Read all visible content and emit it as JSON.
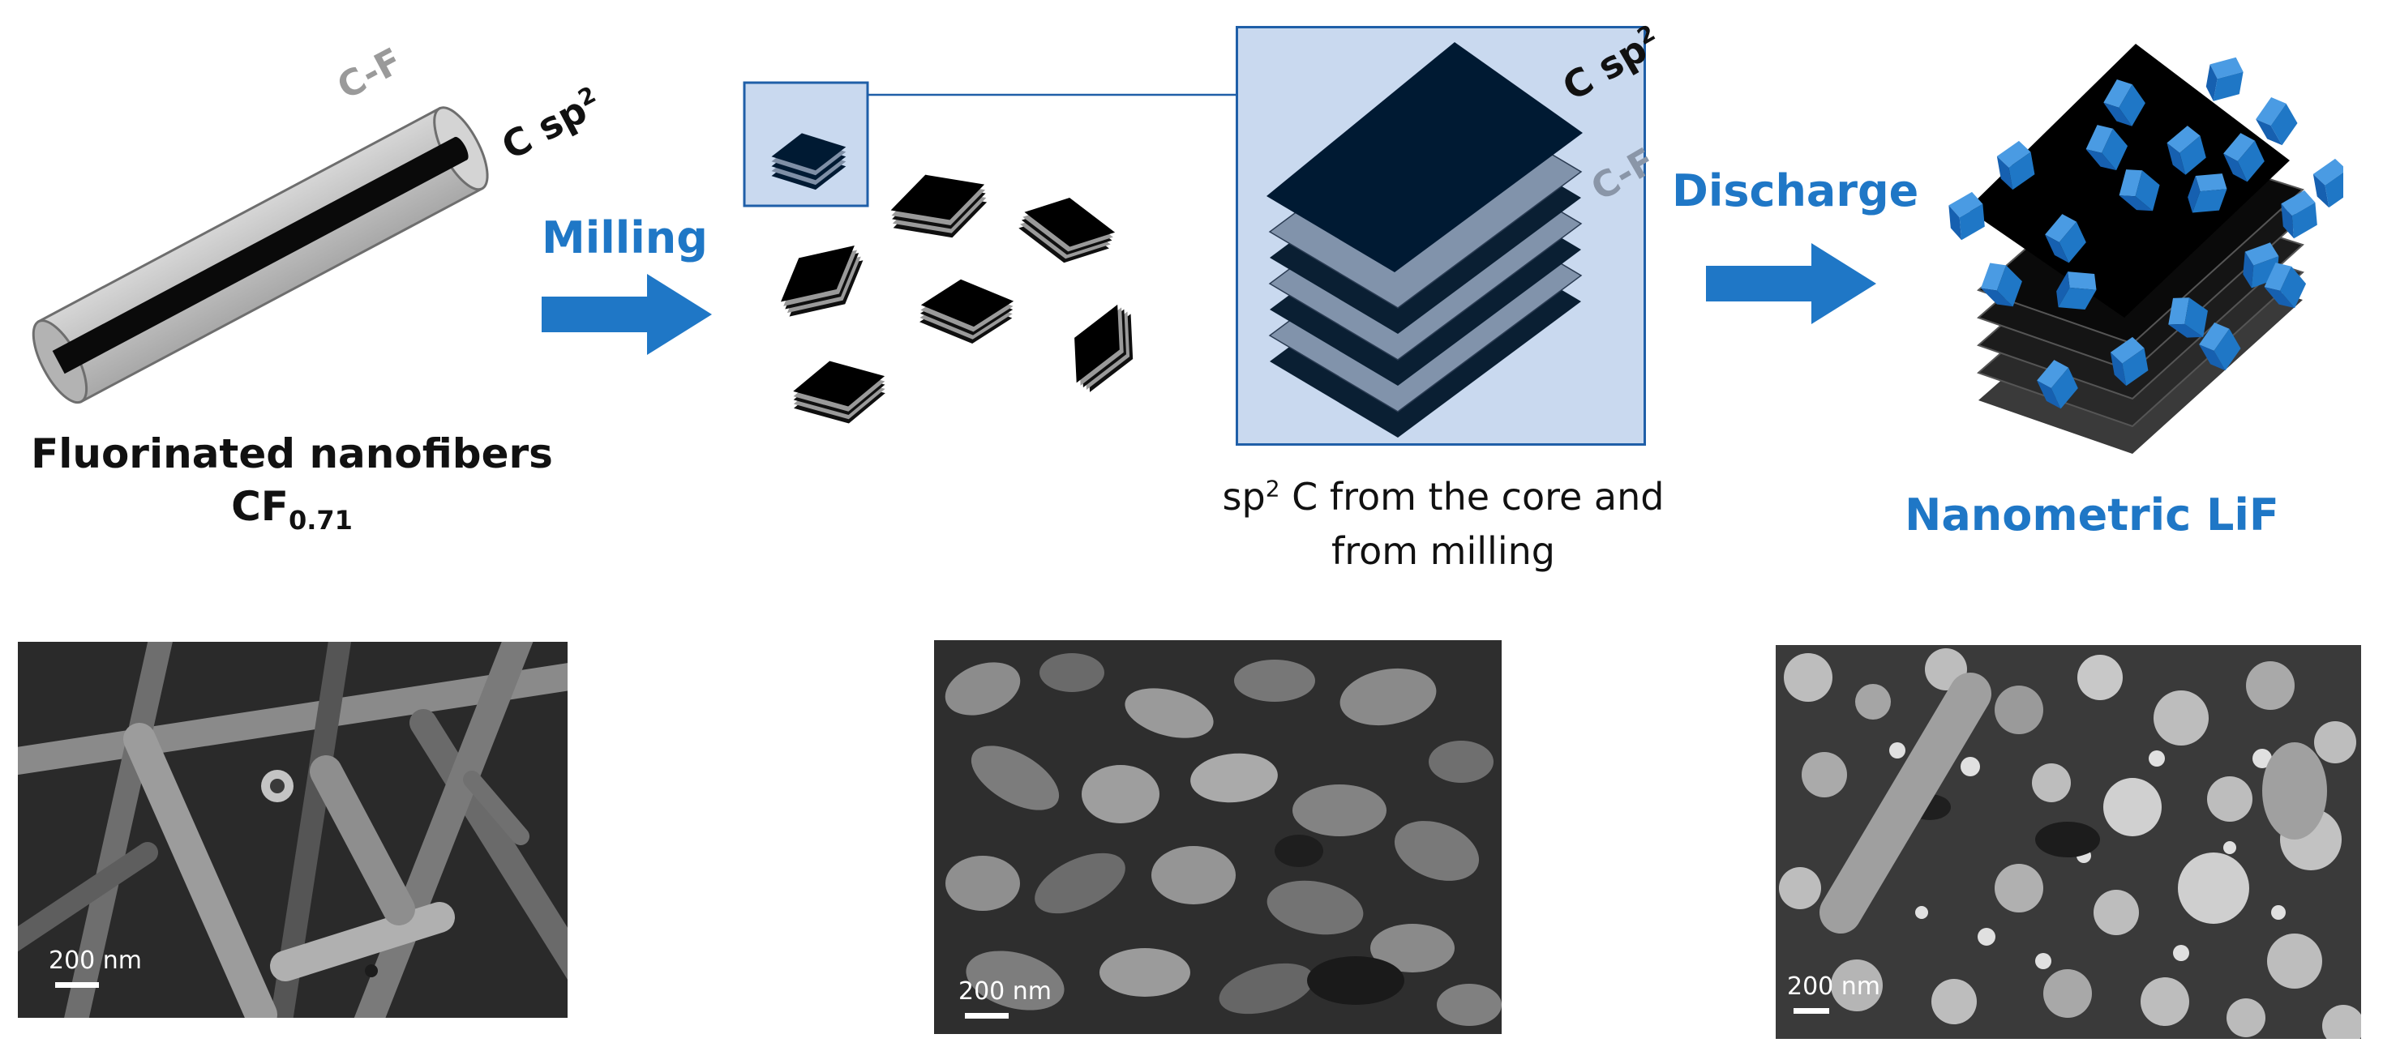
{
  "fiber": {
    "label_cf": "C-F",
    "label_csp2_main": "C sp",
    "label_csp2_sup": "2",
    "caption_line1": "Fluorinated nanofibers",
    "caption_cf_main": "CF",
    "caption_cf_sub": "0.71"
  },
  "milling": {
    "label": "Milling"
  },
  "zoom": {
    "label_csp2_main": "C sp",
    "label_csp2_sup": "2",
    "label_cf": "C-F",
    "caption_sp": "sp",
    "caption_sup": "2",
    "caption_rest": " C from the core and",
    "caption_line2": "from milling"
  },
  "discharge": {
    "label": "Discharge"
  },
  "lif": {
    "caption": "Nanometric LiF"
  },
  "sem_images": [
    {
      "scale_label": "200 nm"
    },
    {
      "scale_label": "200 nm"
    },
    {
      "scale_label": "200 nm"
    }
  ],
  "colors": {
    "accent_blue": "#1f77c6",
    "navy_sheet": "#001a33",
    "grey_layer": "#7f8fa6",
    "zoom_fill": "#c9d9ef"
  }
}
